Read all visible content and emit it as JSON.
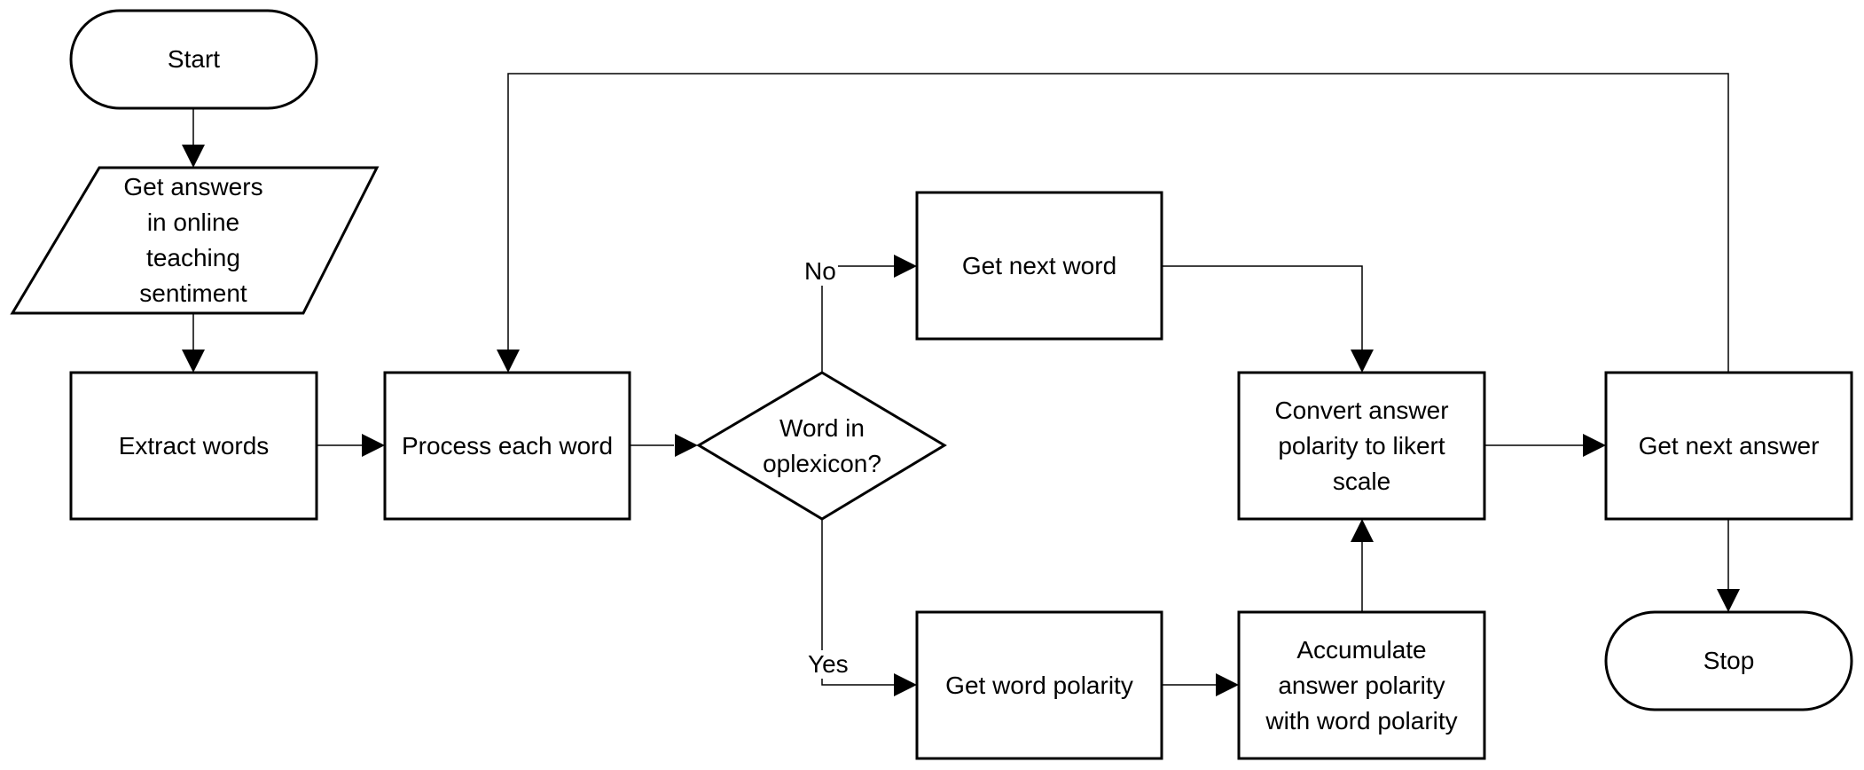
{
  "nodes": {
    "start": "Start",
    "get_answers": "Get answers\nin online\nteaching\nsentiment",
    "extract_words": "Extract words",
    "process_each_word": "Process each word",
    "decision": "Word in\noplexicon?",
    "get_next_word": "Get next word",
    "get_word_polarity": "Get word polarity",
    "accumulate": "Accumulate\nanswer polarity\nwith word polarity",
    "convert": "Convert answer\npolarity to likert\nscale",
    "get_next_answer": "Get next answer",
    "stop": "Stop"
  },
  "edges": {
    "no_label": "No",
    "yes_label": "Yes"
  },
  "colors": {
    "stroke": "#000000",
    "fill": "#ffffff"
  }
}
